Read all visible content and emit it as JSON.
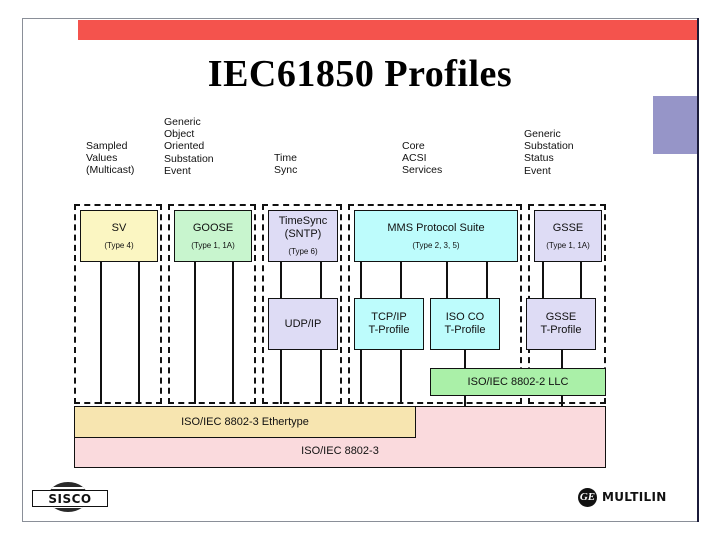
{
  "slide": {
    "title": "IEC61850 Profiles",
    "accent_red": "#f4534d",
    "accent_purple": "#9695c8"
  },
  "columns": [
    {
      "id": "sampled-values",
      "label": "Sampled\nValues\n(Multicast)"
    },
    {
      "id": "goose",
      "label": "Generic\nObject\nOriented\nSubstation\nEvent"
    },
    {
      "id": "time-sync",
      "label": "Time\nSync"
    },
    {
      "id": "core-acsi",
      "label": "Core\nACSI\nServices"
    },
    {
      "id": "gsse",
      "label": "Generic\nSubstation\nStatus\nEvent"
    }
  ],
  "boxes": {
    "sv": {
      "label": "SV",
      "type": "(Type 4)",
      "color": "#fbf6c2"
    },
    "goose": {
      "label": "GOOSE",
      "type": "(Type 1, 1A)",
      "color": "#c8f5ce"
    },
    "timesync": {
      "label": "TimeSync\n(SNTP)",
      "type": "(Type 6)",
      "color": "#dedcf5"
    },
    "mms": {
      "label": "MMS Protocol Suite",
      "type": "(Type 2, 3, 5)",
      "color": "#bdfcfc"
    },
    "gsse": {
      "label": "GSSE",
      "type": "(Type 1, 1A)",
      "color": "#dedcf5"
    },
    "udpip": {
      "label": "UDP/IP",
      "type": "",
      "color": "#dedcf5"
    },
    "tcpip": {
      "label": "TCP/IP\nT-Profile",
      "type": "",
      "color": "#bdfcfc"
    },
    "isoco": {
      "label": "ISO CO\nT-Profile",
      "type": "",
      "color": "#bdfcfc"
    },
    "gsse_tp": {
      "label": "GSSE\nT-Profile",
      "type": "",
      "color": "#dedcf5"
    },
    "llc": {
      "label": "ISO/IEC 8802-2 LLC",
      "type": "",
      "color": "#aaf0a8"
    },
    "ethertype": {
      "label": "ISO/IEC 8802-3 Ethertype",
      "type": "",
      "color": "#f7e5b0"
    },
    "ethernet": {
      "label": "ISO/IEC 8802-3",
      "type": "",
      "color": "#fadadd"
    }
  },
  "footer": {
    "sisco_label": "SISCO",
    "ge_mono": "GE",
    "ge_label": "MULTILIN"
  }
}
